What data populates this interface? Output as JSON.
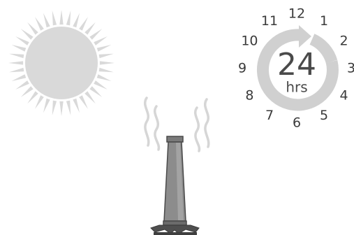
{
  "clock": {
    "numbers": [
      "12",
      "1",
      "2",
      "3",
      "4",
      "5",
      "6",
      "7",
      "8",
      "9",
      "10",
      "11"
    ],
    "center_value": "24",
    "center_unit": "hrs"
  },
  "colors": {
    "sun": "#d9d9d9",
    "cycle_ring": "#d0d0d0",
    "chimney": "#8c8c8c",
    "chimney_dark": "#5a5a5a",
    "smoke": "#d6d6d6",
    "text": "#3a3a3a"
  },
  "icons": {
    "sun": "sun-icon",
    "cycle": "circular-arrow-icon",
    "chimney": "smokestack-icon"
  }
}
